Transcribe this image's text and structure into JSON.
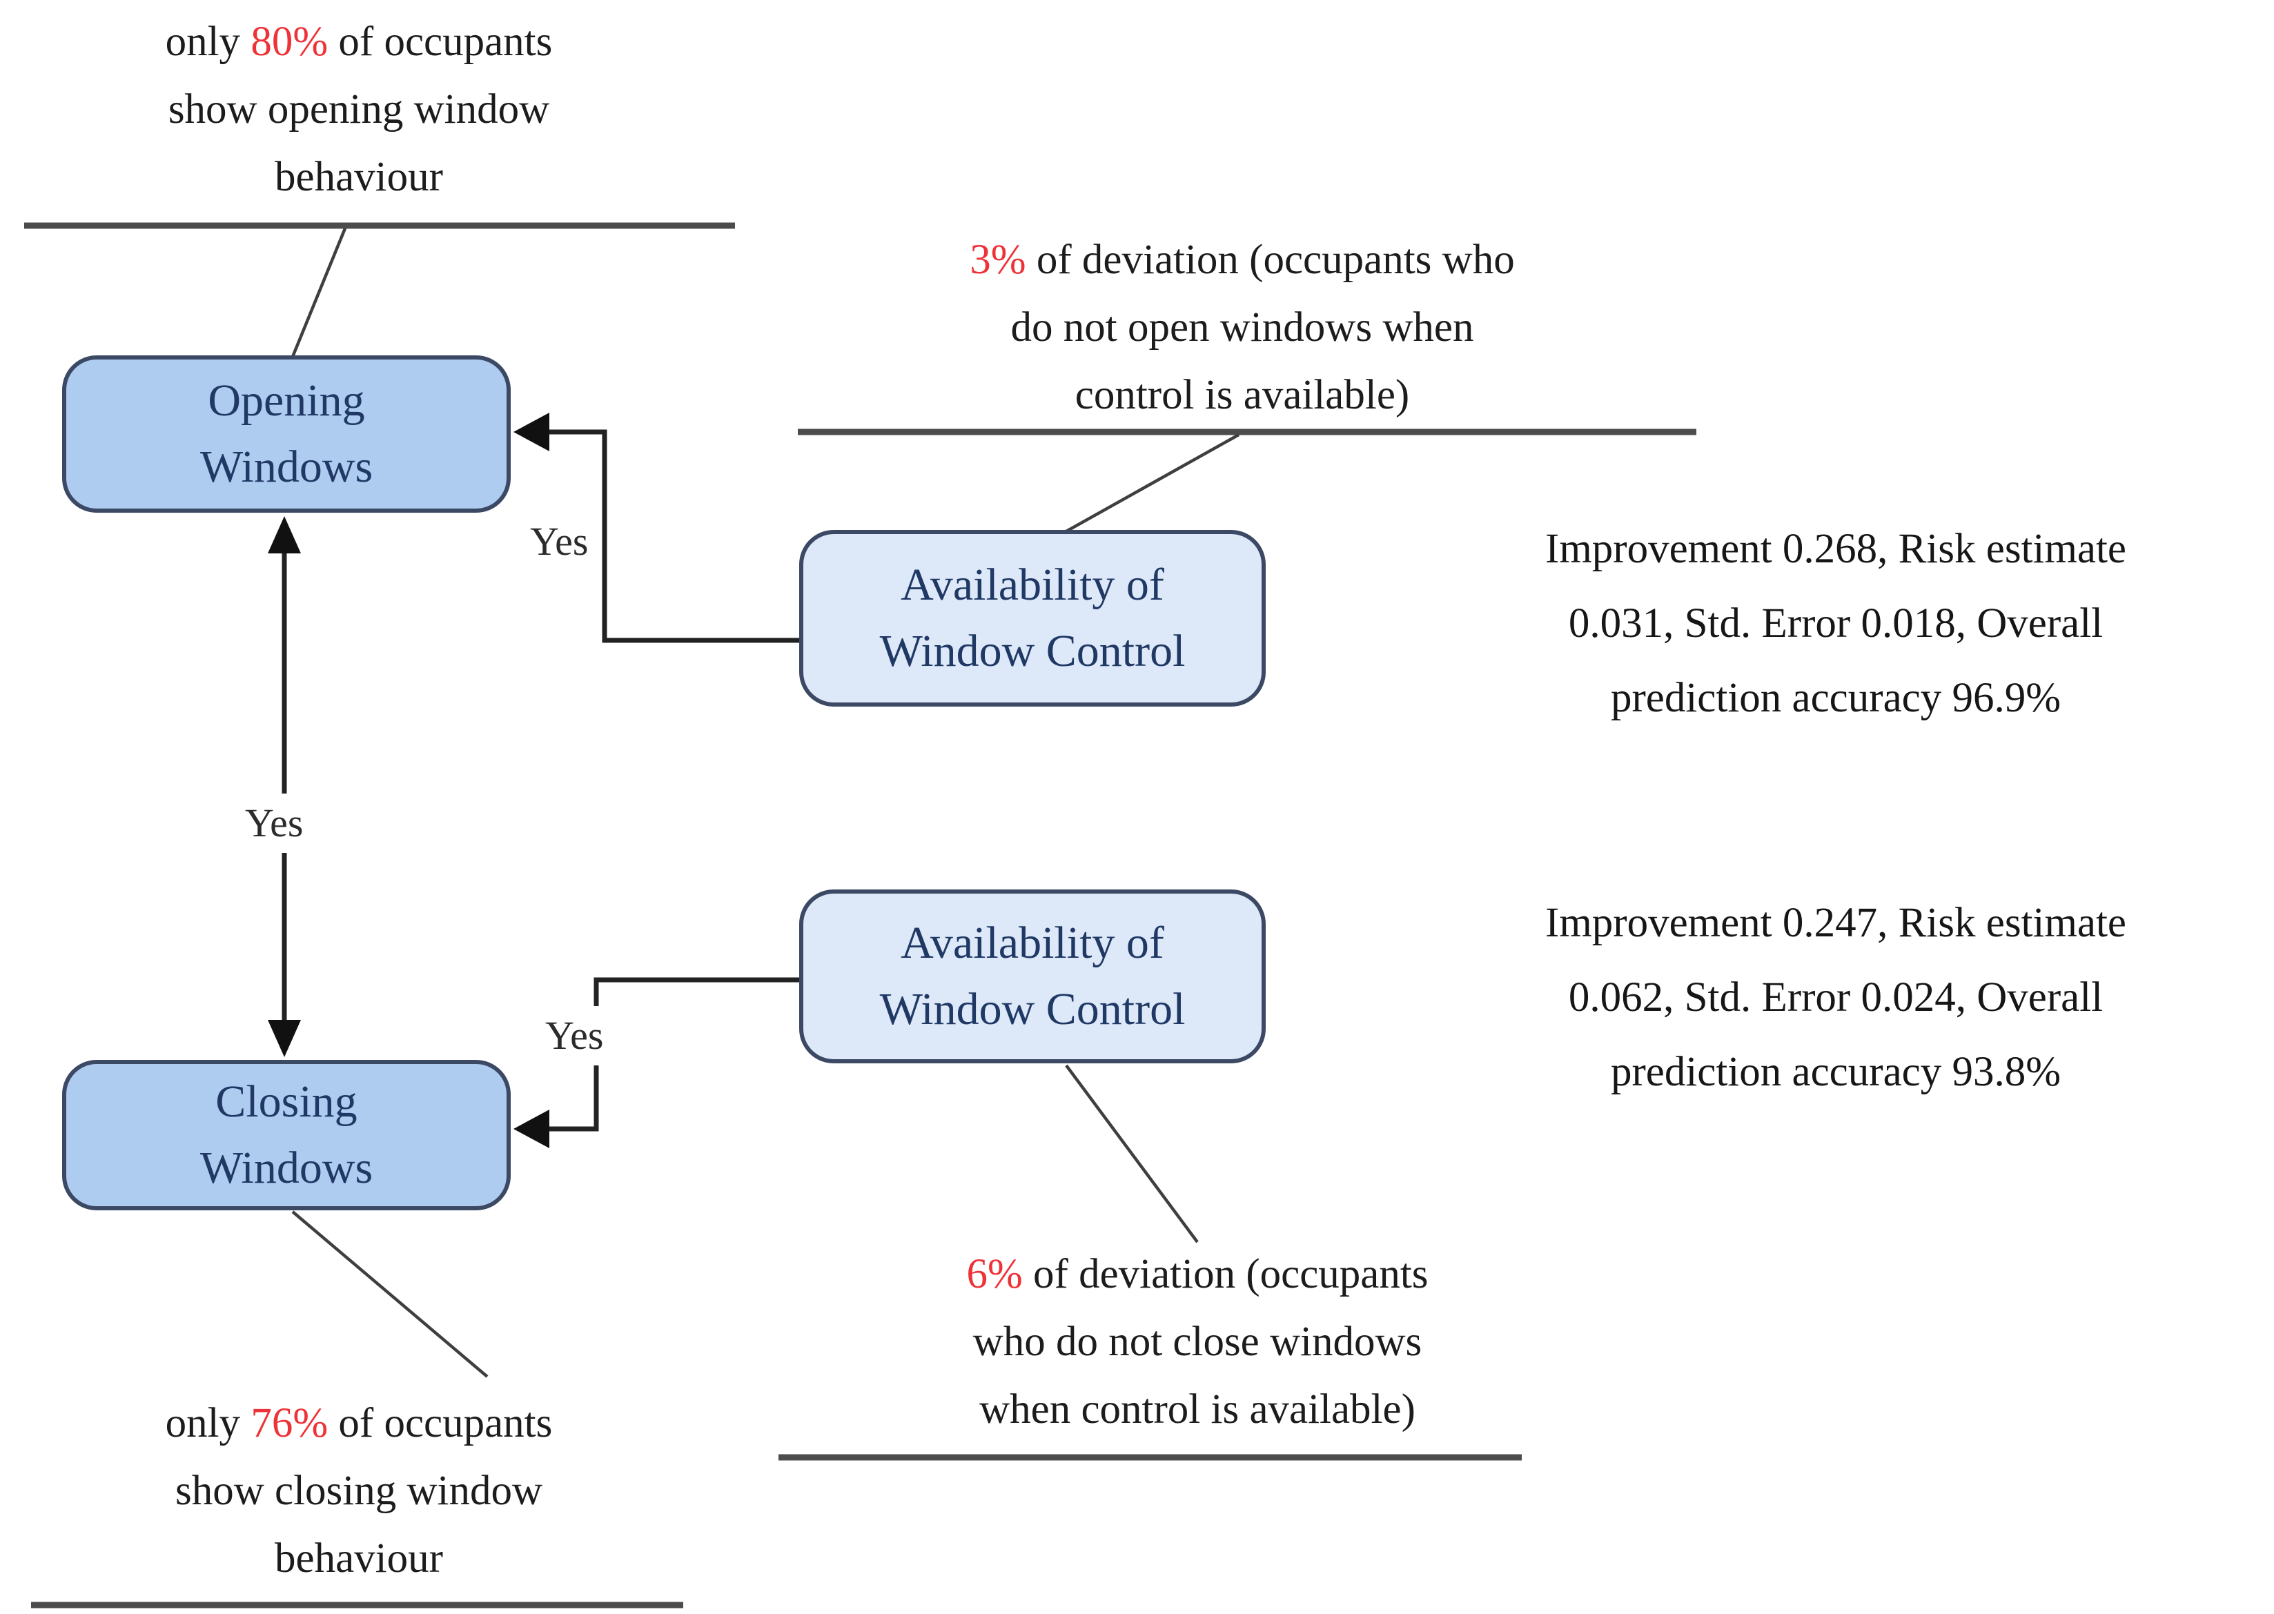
{
  "palette": {
    "window_box_fill": "#aecbf0",
    "availability_box_fill": "#dde8f9",
    "box_border": "#3c4964",
    "box_text": "#1f3864",
    "highlight_red": "#ee3338",
    "line_color": "#3f3f3f",
    "text_color": "#1c1c1c"
  },
  "boxes": {
    "opening": {
      "line1": "Opening",
      "line2": "Windows"
    },
    "closing": {
      "line1": "Closing",
      "line2": "Windows"
    },
    "availability_top": {
      "line1": "Availability of",
      "line2": "Window Control"
    },
    "availability_bottom": {
      "line1": "Availability of",
      "line2": "Window Control"
    }
  },
  "labels": {
    "yes_top": "Yes",
    "yes_middle": "Yes",
    "yes_bottom": "Yes"
  },
  "annotations": {
    "opening_note": {
      "pre": "only ",
      "highlight": "80%",
      "post": " of occupants",
      "line2": "show opening window",
      "line3": "behaviour"
    },
    "open_deviation": {
      "highlight": "3%",
      "post": " of deviation (occupants who",
      "line2": "do not open windows when",
      "line3": "control is available)"
    },
    "stats_top": {
      "line1": "Improvement 0.268, Risk estimate",
      "line2": "0.031, Std. Error 0.018, Overall",
      "line3": "prediction accuracy 96.9%"
    },
    "stats_bottom": {
      "line1": "Improvement 0.247, Risk estimate",
      "line2": "0.062, Std. Error 0.024, Overall",
      "line3": "prediction accuracy 93.8%"
    },
    "close_deviation": {
      "highlight": "6%",
      "post": " of deviation (occupants",
      "line2": "who do not close windows",
      "line3": "when control is available)"
    },
    "closing_note": {
      "pre": "only ",
      "highlight": "76%",
      "post": " of occupants",
      "line2": "show closing window",
      "line3": "behaviour"
    }
  }
}
